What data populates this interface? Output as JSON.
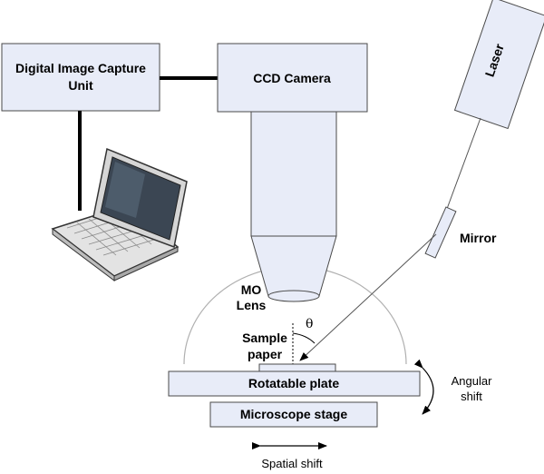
{
  "boxes": {
    "capture_unit": {
      "line1": "Digital Image Capture",
      "line2": "Unit"
    },
    "ccd_camera": "CCD Camera",
    "laser": "Laser",
    "rotatable_plate": "Rotatable plate",
    "microscope_stage": "Microscope stage"
  },
  "labels": {
    "mirror": "Mirror",
    "mo_lens": {
      "line1": "MO",
      "line2": "Lens"
    },
    "sample_paper": {
      "line1": "Sample",
      "line2": "paper"
    },
    "theta": "θ",
    "angular_shift": {
      "line1": "Angular",
      "line2": "shift"
    },
    "spatial_shift": "Spatial shift"
  },
  "colors": {
    "box_fill": "#e8ecf8",
    "box_stroke": "#4a4a4a",
    "dome_stroke": "#b0b0b0"
  },
  "icons": [
    "laptop-icon"
  ]
}
